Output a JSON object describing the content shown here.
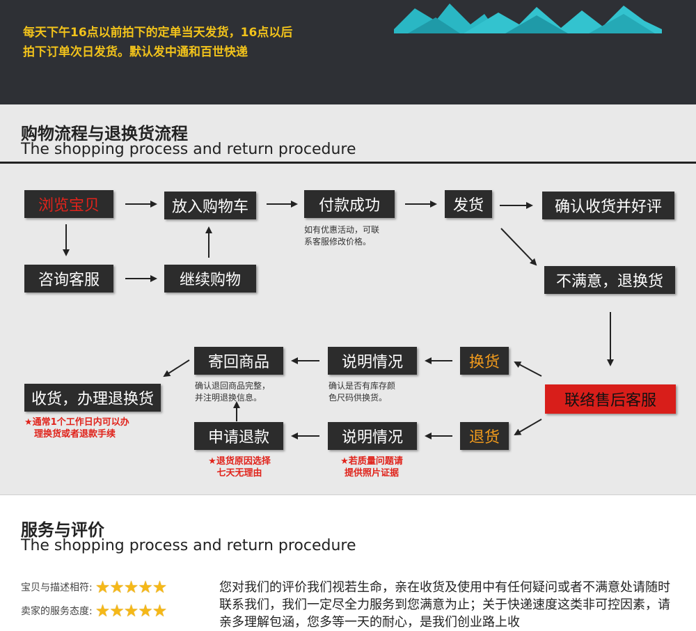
{
  "banner": {
    "notice_line1": "每天下午16点以前拍下的定单当天发货，16点以后",
    "notice_line2": "拍下订单次日发货。默认发中通和百世快递",
    "colors": {
      "background": "#2e3035",
      "text": "#f2c31b",
      "mountains": "#2ab7c4"
    }
  },
  "process": {
    "title": "购物流程与退换货流程",
    "subtitle": "The shopping process and return procedure",
    "steps": {
      "browse": "浏览宝贝",
      "add_cart": "放入购物车",
      "pay_success": "付款成功",
      "ship": "发货",
      "confirm_review": "确认收货并好评",
      "consult": "咨询客服",
      "continue_shopping": "继续购物",
      "unsatisfied": "不满意，退换货",
      "after_sales": "联络售后客服",
      "exchange": "换货",
      "return": "退货",
      "explain_exchange": "说明情况",
      "explain_return": "说明情况",
      "send_back": "寄回商品",
      "apply_refund": "申请退款",
      "receive_process": "收货，办理退换货"
    },
    "notes": {
      "pay_line1": "如有优惠活动，可联",
      "pay_line2": "系客服修改价格。",
      "send_back_line1": "确认退回商品完整，",
      "send_back_line2": "并注明退换信息。",
      "stock_line1": "确认是否有库存颜",
      "stock_line2": "色尺码供换货。",
      "receive_line1": "★通常1个工作日内可以办",
      "receive_line2": "理换货或者退款手续",
      "refund_line1": "★退货原因选择",
      "refund_line2": "七天无理由",
      "quality_line1": "★若质量问题请",
      "quality_line2": "提供照片证据"
    }
  },
  "service": {
    "title": "服务与评价",
    "subtitle": "The shopping process and return procedure",
    "ratings": [
      {
        "label": "宝贝与描述相符:",
        "stars": "★★★★★",
        "value": 5
      },
      {
        "label": "卖家的服务态度:",
        "stars": "★★★★★",
        "value": 5
      }
    ],
    "text": "您对我们的评价我们视若生命，亲在收货及使用中有任何疑问或者不满意处请随时联系我们，我们一定尽全力服务到您满意为止；关于快递速度这类非可控因素，请亲多理解包涵，您多等一天的耐心，是我们创业路上收"
  }
}
